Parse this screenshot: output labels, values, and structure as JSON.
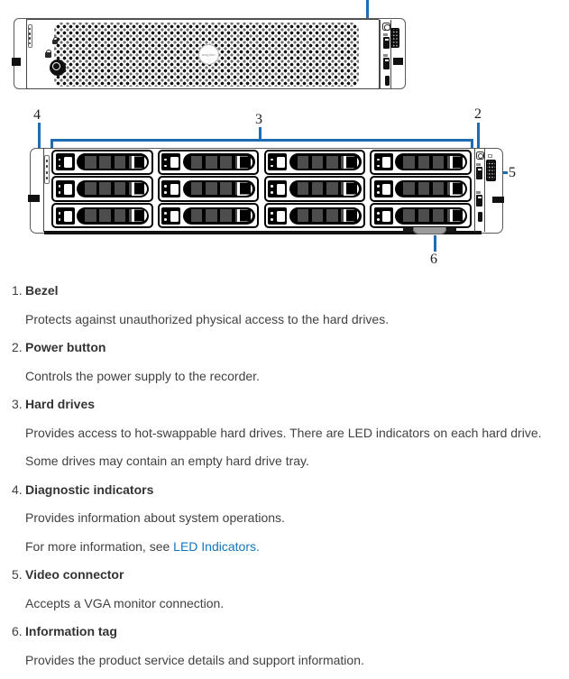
{
  "figure_top": {
    "logo_text": "avigilon",
    "description": "front panel with bezel"
  },
  "figure_bottom": {
    "description": "front panel without bezel",
    "drive_bays": {
      "rows": 3,
      "cols": 4
    },
    "callouts": {
      "c2": "2",
      "c3": "3",
      "c4": "4",
      "c5": "5",
      "c6": "6"
    }
  },
  "colors": {
    "callout_blue": "#1e6cb4",
    "link_blue": "#1476bf"
  },
  "list": {
    "items": [
      {
        "num": "1.",
        "term": "Bezel",
        "descs": [
          "Protects against unauthorized physical access to the hard drives."
        ]
      },
      {
        "num": "2.",
        "term": "Power button",
        "descs": [
          "Controls the power supply to the recorder."
        ]
      },
      {
        "num": "3.",
        "term": "Hard drives",
        "descs": [
          "Provides access to hot-swappable hard drives. There are LED indicators on each hard drive.",
          "Some drives may contain an empty hard drive tray."
        ]
      },
      {
        "num": "4.",
        "term": "Diagnostic indicators",
        "descs": [
          "Provides information about system operations."
        ],
        "link_desc": {
          "prefix": "For more information, see ",
          "link": "LED Indicators."
        }
      },
      {
        "num": "5.",
        "term": "Video connector",
        "descs": [
          "Accepts a VGA monitor connection."
        ]
      },
      {
        "num": "6.",
        "term": "Information tag",
        "descs": [
          "Provides the product service details and support information."
        ]
      }
    ]
  }
}
